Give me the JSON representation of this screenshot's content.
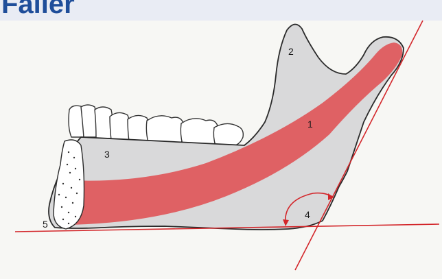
{
  "slide": {
    "title": "Faller"
  },
  "diagram": {
    "labels": {
      "label_1": "1",
      "label_2": "2",
      "label_3": "3",
      "label_4": "4",
      "label_5": "5"
    },
    "colors": {
      "background": "#e9ecf4",
      "paper": "#f7f7f4",
      "bone": "#d9d9da",
      "red_band": "#e0575a",
      "line_red": "#d3262a",
      "title": "#1f4e9a"
    }
  }
}
